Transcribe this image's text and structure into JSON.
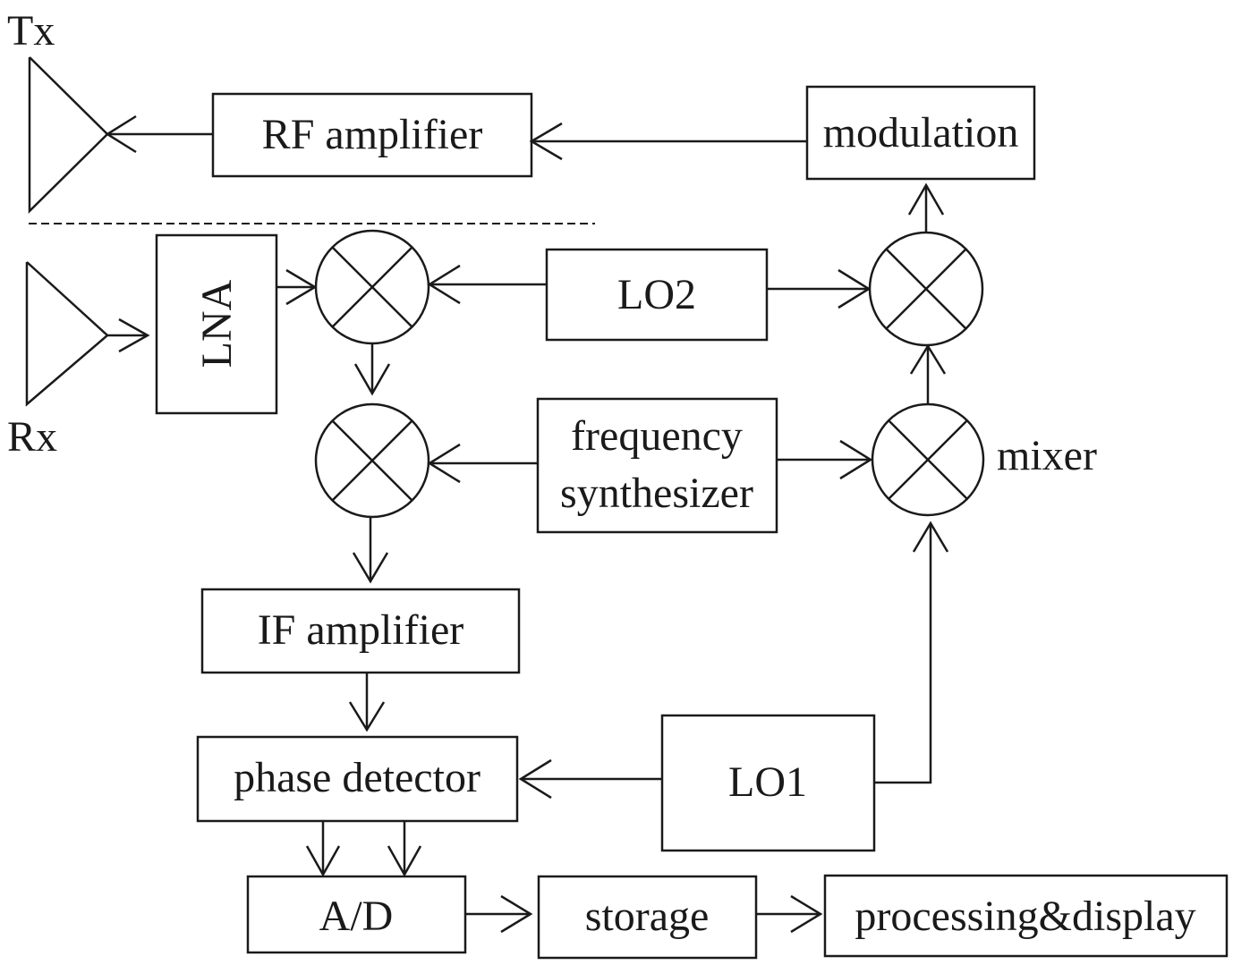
{
  "labels": {
    "tx": "Tx",
    "rx": "Rx",
    "rf_amplifier": "RF amplifier",
    "modulation": "modulation",
    "lna": "LNA",
    "lo2": "LO2",
    "freq_synth_line1": "frequency",
    "freq_synth_line2": "synthesizer",
    "mixer": "mixer",
    "if_amplifier": "IF amplifier",
    "phase_detector": "phase detector",
    "lo1": "LO1",
    "ad": "A/D",
    "storage": "storage",
    "processing_display": "processing&display"
  },
  "colors": {
    "stroke": "#1a1a1a",
    "background": "#ffffff"
  }
}
